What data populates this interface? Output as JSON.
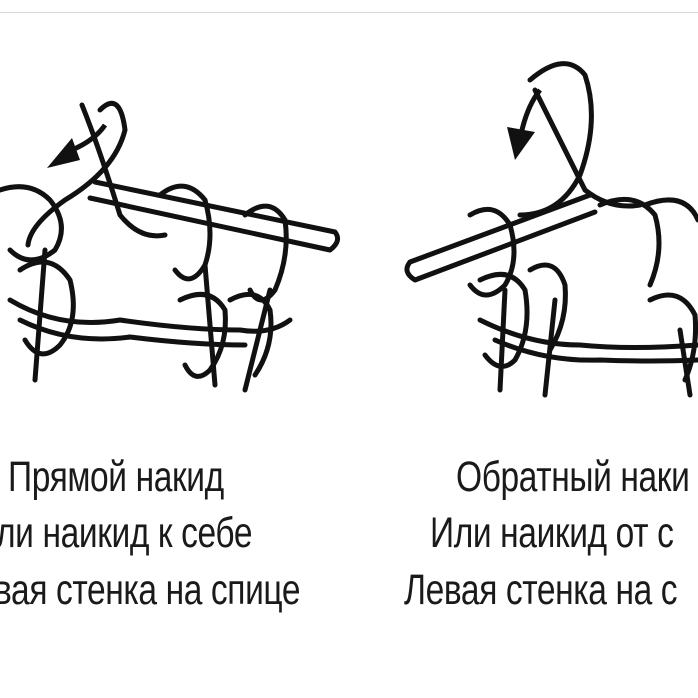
{
  "left_panel": {
    "lines": [
      "Прямой накид",
      "ли наикид к себе",
      "вая стенка на спице"
    ]
  },
  "right_panel": {
    "lines": [
      "Обратный наки",
      "Или наикид от с",
      "Левая стенка на с"
    ]
  }
}
